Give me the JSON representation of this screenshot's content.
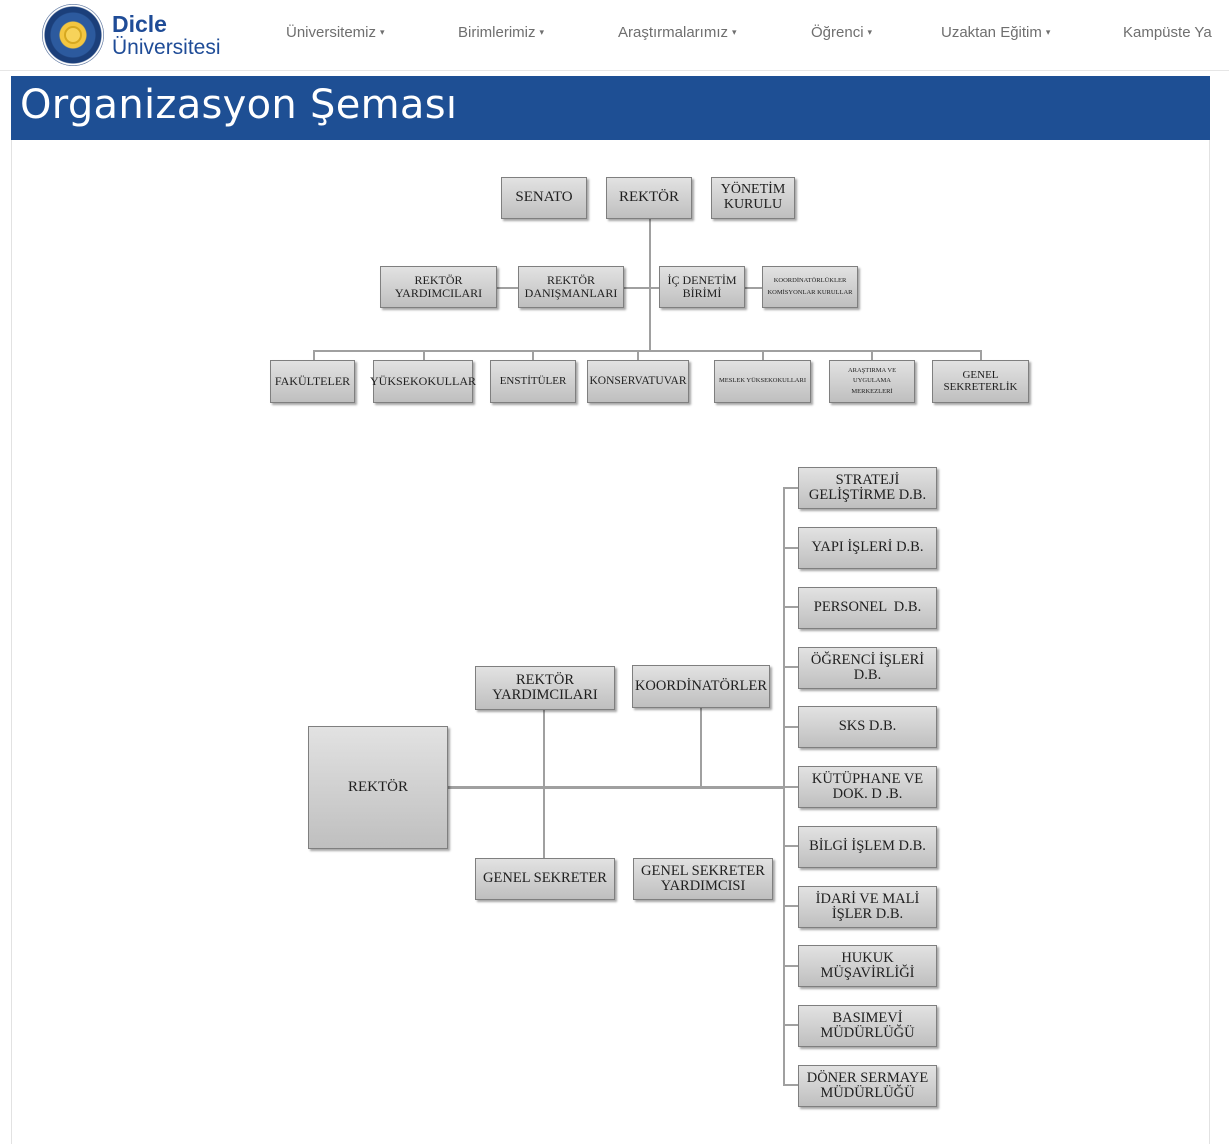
{
  "brand": {
    "name_line1": "Dicle",
    "name_line2": "Üniversitesi",
    "logo_icon": "university-seal-icon"
  },
  "nav": {
    "items": [
      {
        "label": "Üniversitemiz",
        "caret": "▾"
      },
      {
        "label": "Birimlerimiz",
        "caret": "▾"
      },
      {
        "label": "Araştırmalarımız",
        "caret": "▾"
      },
      {
        "label": "Öğrenci",
        "caret": "▾"
      },
      {
        "label": "Uzaktan Eğitim",
        "caret": "▾"
      },
      {
        "label": "Kampüste Ya"
      }
    ]
  },
  "page": {
    "title": "Organizasyon Şeması"
  },
  "chart1": {
    "top": [
      "SENATO",
      "REKTÖR",
      "YÖNETİM KURULU"
    ],
    "middle": [
      "REKTÖR YARDIMCILARI",
      "REKTÖR DANIŞMANLARI",
      "İÇ DENETİM BİRİMİ",
      "KOORDİNATÖRLÜKLER KOMİSYONLAR KURULLAR"
    ],
    "bottom": [
      "FAKÜLTELER",
      "YÜKSEKOKULLAR",
      "ENSTİTÜLER",
      "KONSERVATUVAR",
      "MESLEK YÜKSEKOKULLARI",
      "ARAŞTIRMA VE UYGULAMA MERKEZLERİ",
      "GENEL SEKRETERLİK"
    ]
  },
  "chart2": {
    "root": "REKTÖR",
    "upper": [
      "REKTÖR YARDIMCILARI",
      "KOORDİNATÖRLER"
    ],
    "lower": [
      "GENEL SEKRETER",
      "GENEL SEKRETER YARDIMCISI"
    ],
    "departments": [
      "STRATEJİ GELİŞTİRME D.B.",
      "YAPI İŞLERİ D.B.",
      "PERSONEL  D.B.",
      "ÖĞRENCİ İŞLERİ D.B.",
      "SKS D.B.",
      "KÜTÜPHANE VE DOK. D .B.",
      "BİLGİ İŞLEM D.B.",
      "İDARİ VE MALİ İŞLER D.B.",
      "HUKUK MÜŞAVİRLİĞİ",
      "BASIMEVİ MÜDÜRLÜĞÜ",
      "DÖNER SERMAYE MÜDÜRLÜĞÜ"
    ]
  }
}
